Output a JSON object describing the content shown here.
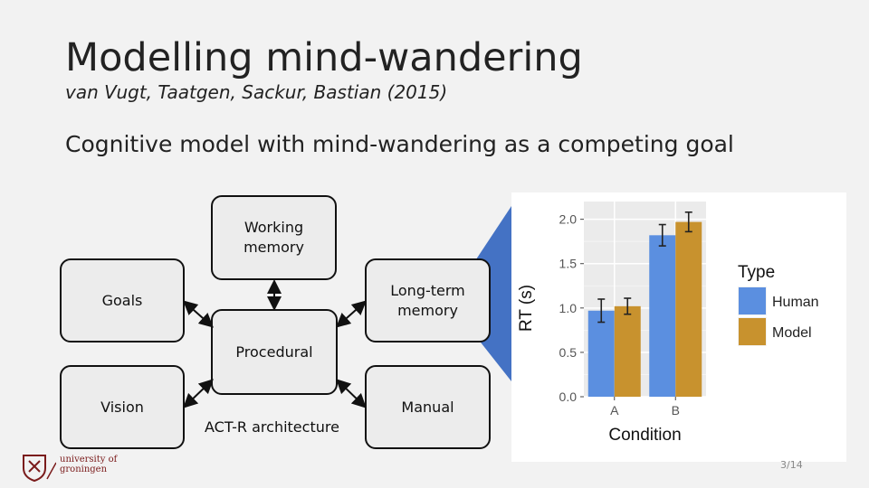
{
  "slide": {
    "title": "Modelling mind-wandering",
    "authors": "van Vugt, Taatgen, Sackur, Bastian (2015)",
    "lead": "Cognitive model with mind-wandering as a competing goal",
    "page": "3/14"
  },
  "diagram": {
    "working_memory": "Working\nmemory",
    "goals": "Goals",
    "long_term_memory": "Long-term\nmemory",
    "procedural": "Procedural",
    "vision": "Vision",
    "manual": "Manual",
    "architecture_caption": "ACT-R architecture"
  },
  "logo": {
    "line1": "university of",
    "line2": "groningen",
    "color": "#7a1b1b"
  },
  "chart_data": {
    "type": "bar",
    "xlabel": "Condition",
    "ylabel": "RT (s)",
    "categories": [
      "A",
      "B"
    ],
    "ylim": [
      0,
      2.2
    ],
    "yticks": [
      "0.0",
      "0.5",
      "1.0",
      "1.5",
      "2.0"
    ],
    "grid": true,
    "legend_title": "Type",
    "legend_position": "right",
    "series": [
      {
        "name": "Human",
        "color": "#5b8fe0",
        "values": [
          0.97,
          1.82
        ],
        "err": [
          0.13,
          0.12
        ]
      },
      {
        "name": "Model",
        "color": "#c8922e",
        "values": [
          1.02,
          1.97
        ],
        "err": [
          0.09,
          0.11
        ]
      }
    ]
  }
}
